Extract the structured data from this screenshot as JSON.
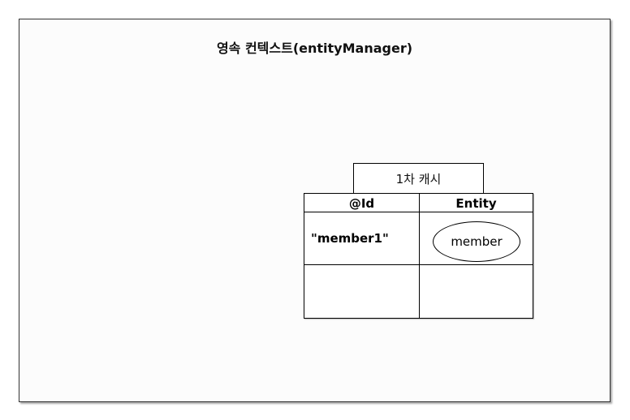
{
  "context": {
    "title": "영속 컨텍스트(entityManager)"
  },
  "cache": {
    "label": "1차 캐시",
    "columns": [
      "@Id",
      "Entity"
    ],
    "rows": [
      {
        "id": "\"member1\"",
        "entity": "member"
      },
      {
        "id": "",
        "entity": ""
      }
    ]
  }
}
